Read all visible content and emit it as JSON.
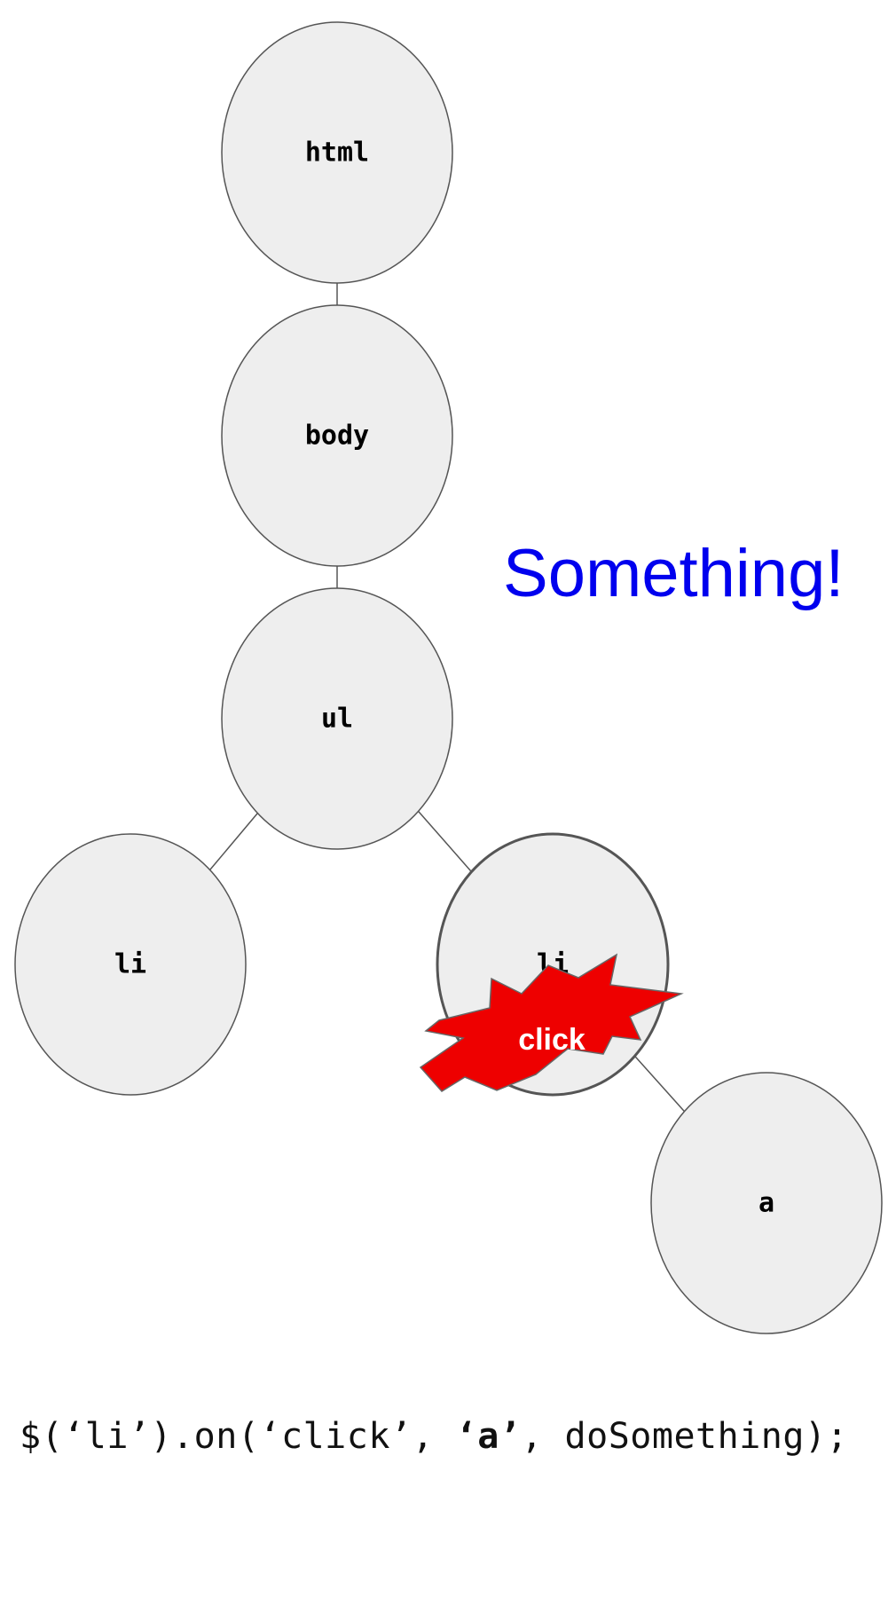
{
  "nodes": [
    {
      "id": "html",
      "label": "html"
    },
    {
      "id": "body",
      "label": "body"
    },
    {
      "id": "ul",
      "label": "ul"
    },
    {
      "id": "li_left",
      "label": "li"
    },
    {
      "id": "li_right",
      "label": "li",
      "highlighted": true
    },
    {
      "id": "a",
      "label": "a"
    }
  ],
  "edges": [
    {
      "from": "html",
      "to": "body"
    },
    {
      "from": "body",
      "to": "ul"
    },
    {
      "from": "ul",
      "to": "li_left"
    },
    {
      "from": "ul",
      "to": "li_right"
    },
    {
      "from": "li_right",
      "to": "a"
    }
  ],
  "event_burst": {
    "label": "click",
    "color": "#ee0000"
  },
  "callout": {
    "text": "Something!",
    "color": "#0000ee"
  },
  "highlight_color": "#0000ee",
  "code": {
    "prefix": "$(‘li’).on(‘click’, ",
    "selector": "‘a’",
    "suffix": ", doSomething);"
  }
}
